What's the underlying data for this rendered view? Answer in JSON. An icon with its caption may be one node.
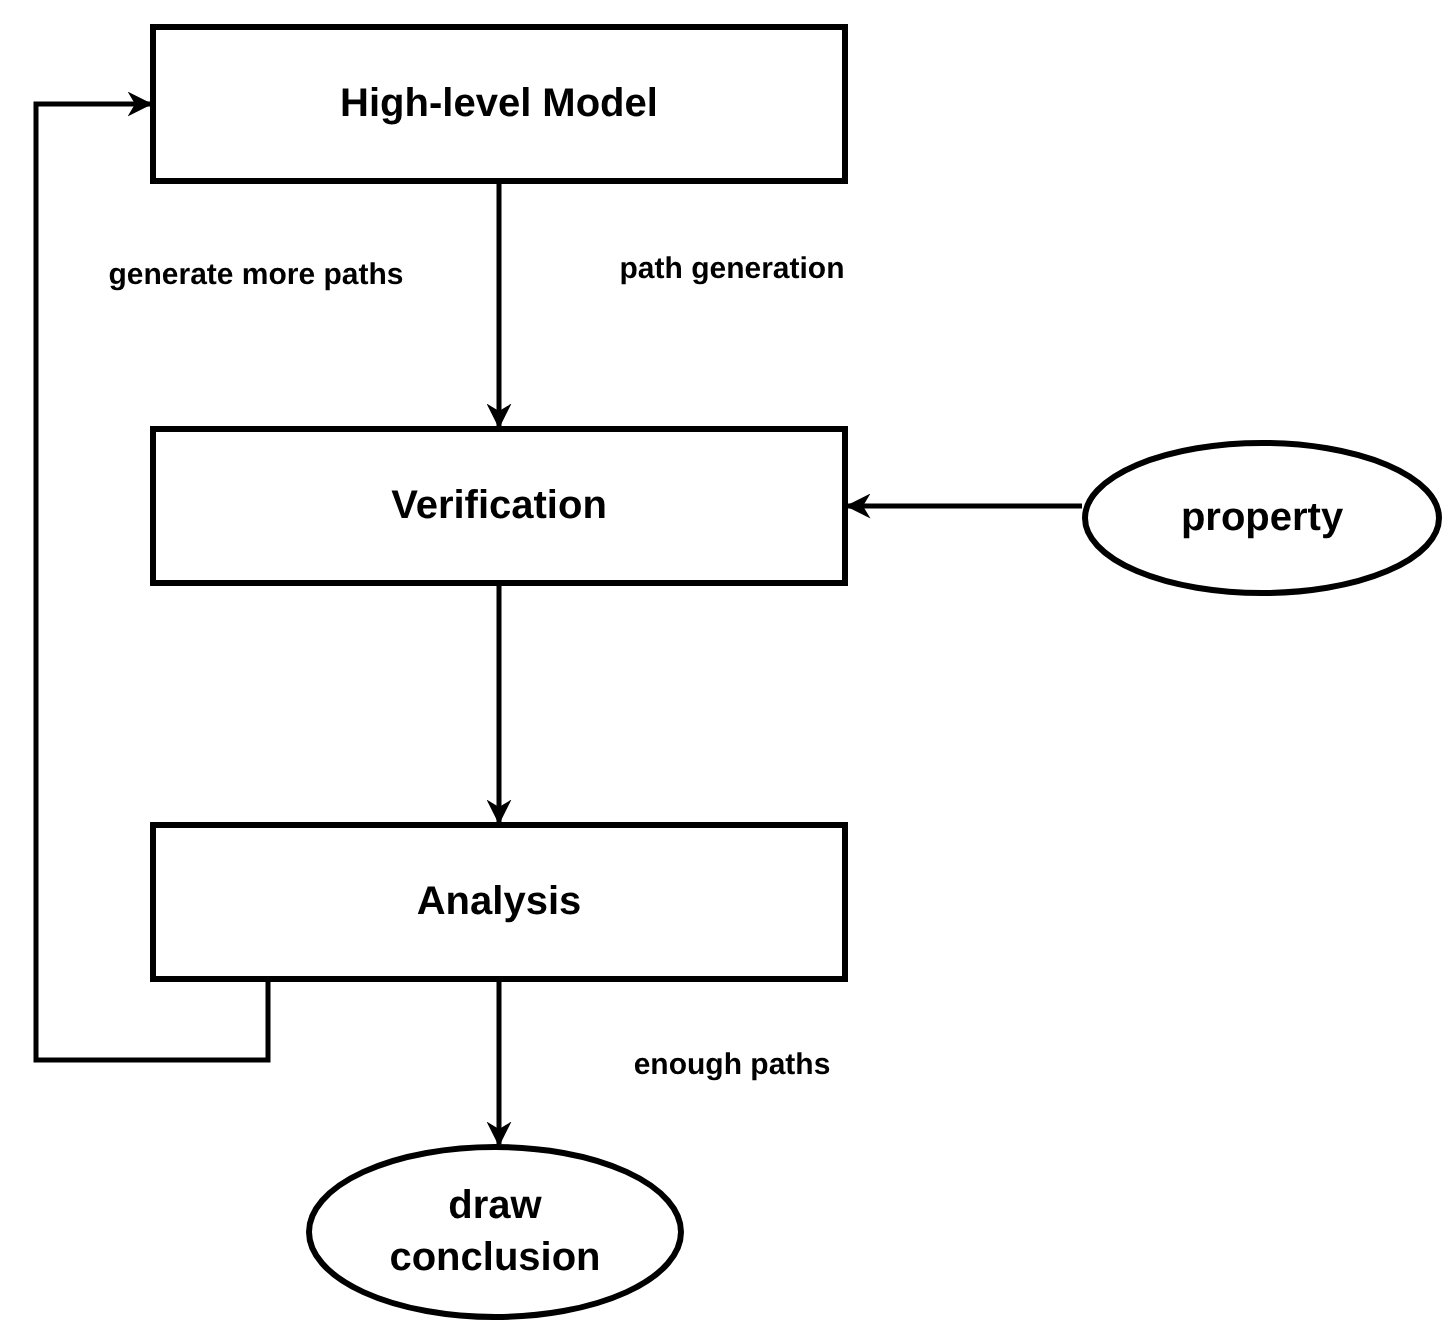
{
  "diagram": {
    "nodes": [
      {
        "text": [
          "High-level Model"
        ]
      },
      {
        "text": [
          "Verification"
        ]
      },
      {
        "text": [
          "property"
        ]
      },
      {
        "text": [
          "Analysis"
        ]
      },
      {
        "text": [
          "draw conclusion"
        ]
      }
    ],
    "edges": [
      {
        "from": 0,
        "to": 1,
        "arrow": "to",
        "label": "path generation"
      },
      {
        "from": 2,
        "to": 1,
        "arrow": "to"
      },
      {
        "from": 1,
        "to": 3,
        "arrow": "to"
      },
      {
        "from": 3,
        "to": 4,
        "arrow": "to",
        "label": "enough paths"
      },
      {
        "from": 3,
        "to": 0,
        "arrow": "to",
        "label": "generate more paths"
      }
    ]
  }
}
